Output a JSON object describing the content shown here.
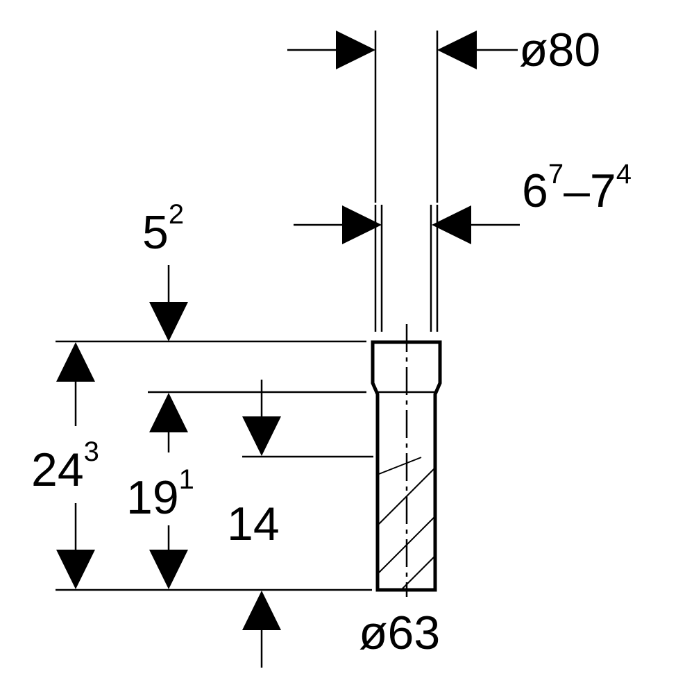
{
  "dimensions": {
    "outer_diameter": "ø80",
    "inner_diameter": "ø63",
    "wall_range": {
      "a_main": "6",
      "a_sup": "7",
      "dash": "–",
      "b_main": "7",
      "b_sup": "4"
    },
    "top_offset": {
      "main": "5",
      "sup": "2"
    },
    "total_height": {
      "main": "24",
      "sup": "3"
    },
    "mid_height": {
      "main": "19",
      "sup": "1"
    },
    "insert_height": "14"
  }
}
